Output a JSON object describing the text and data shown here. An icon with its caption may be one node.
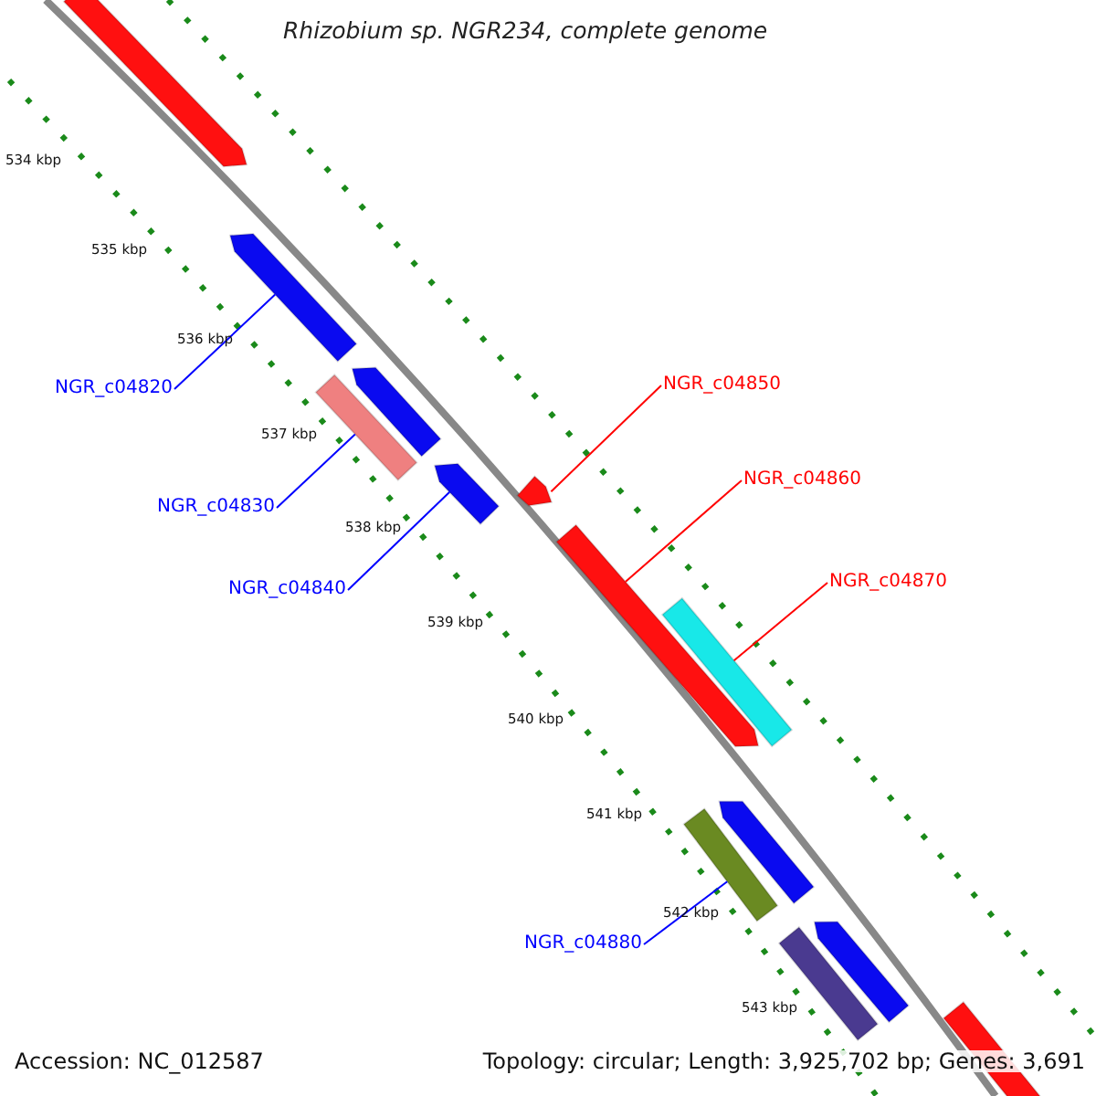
{
  "diagram": {
    "title": "Rhizobium sp. NGR234, complete genome",
    "nodes": [
      {
        "text": [
          "NGR_c04820"
        ]
      },
      {
        "text": [
          "NGR_c04830"
        ]
      },
      {
        "text": [
          "NGR_c04840"
        ]
      },
      {
        "text": [
          "NGR_c04850"
        ]
      },
      {
        "text": [
          "NGR_c04860"
        ]
      },
      {
        "text": [
          "NGR_c04870"
        ]
      },
      {
        "text": [
          "NGR_c04880"
        ]
      },
      {
        "text": [],
        "shape": "bar"
      },
      {
        "text": [],
        "shape": "bar"
      },
      {
        "text": [],
        "shape": "bar"
      },
      {
        "text": [],
        "shape": "bar"
      },
      {
        "text": [],
        "shape": "bar"
      },
      {
        "text": [],
        "shape": "bar"
      },
      {
        "text": [],
        "shape": "bar"
      },
      {
        "text": [],
        "shape": "bar"
      },
      {
        "text": [],
        "shape": "bar"
      },
      {
        "text": [],
        "shape": "bar"
      },
      {
        "text": [],
        "shape": "bar"
      },
      {
        "text": [],
        "shape": "bar"
      },
      {
        "text": [],
        "shape": "bar"
      }
    ],
    "edges": [
      {
        "from": 0,
        "to": 8,
        "arrow": "none"
      },
      {
        "from": 1,
        "to": 10,
        "arrow": "none"
      },
      {
        "from": 2,
        "to": 11,
        "arrow": "none"
      },
      {
        "from": 3,
        "to": 12,
        "arrow": "none",
        "color": "#ff0000"
      },
      {
        "from": 4,
        "to": 13,
        "arrow": "none",
        "color": "#ff0000"
      },
      {
        "from": 5,
        "to": 14,
        "arrow": "none",
        "color": "#ff0000"
      },
      {
        "from": 6,
        "to": 15,
        "arrow": "none"
      }
    ],
    "labels": [
      "534 kbp",
      "535 kbp",
      "536 kbp",
      "537 kbp",
      "538 kbp",
      "539 kbp",
      "540 kbp",
      "541 kbp",
      "542 kbp",
      "543 kbp",
      "Accession: NC_012587",
      "Topology: circular; Length: 3,925,702 bp; Genes: 3,691"
    ]
  }
}
